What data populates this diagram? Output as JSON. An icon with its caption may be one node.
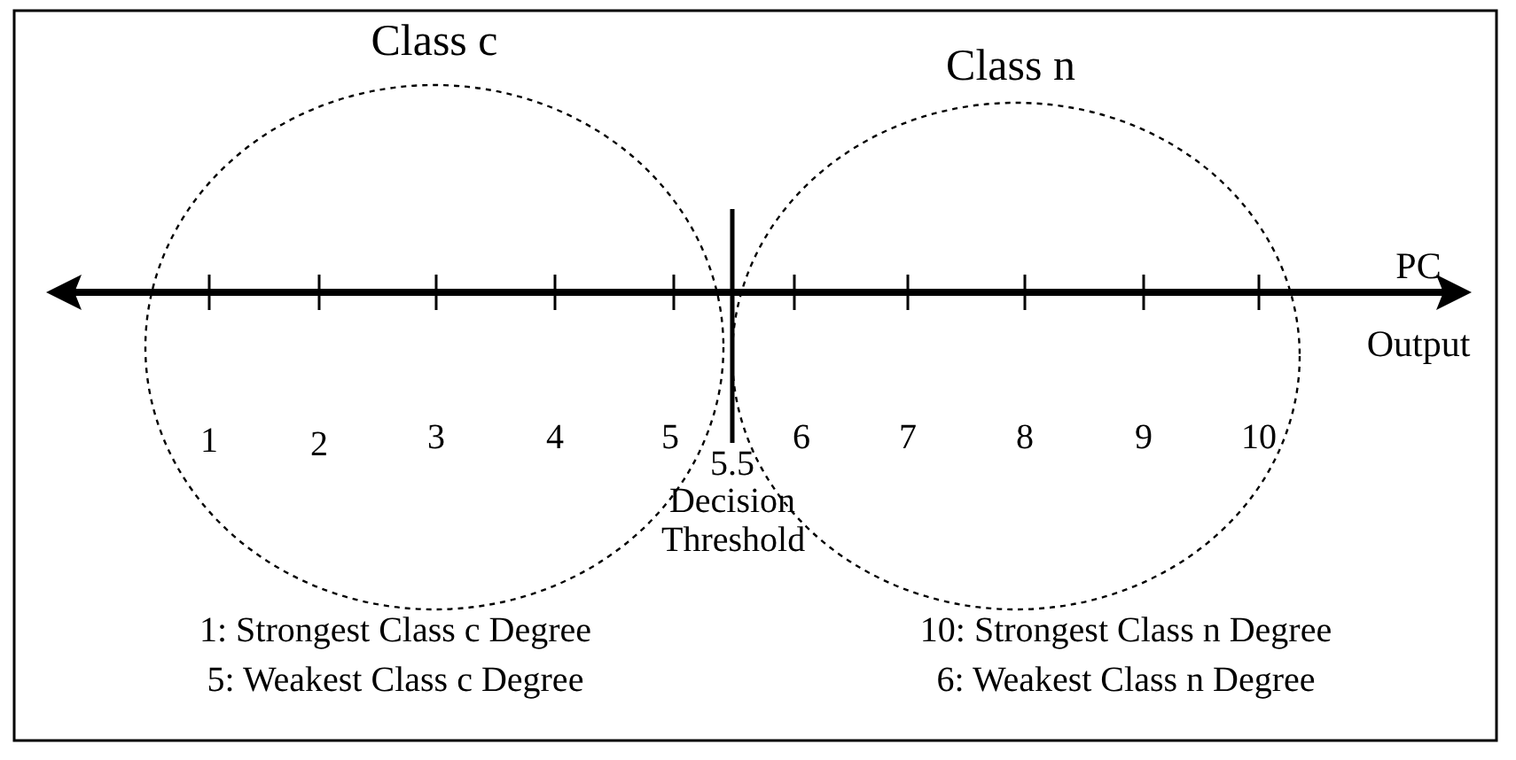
{
  "diagram": {
    "nodes": [
      {
        "text": [
          "Class c"
        ]
      },
      {
        "text": [
          "Class n"
        ]
      }
    ],
    "labels": [
      "PC Output",
      "1",
      "2",
      "3",
      "4",
      "5",
      "6",
      "7",
      "8",
      "9",
      "10",
      "5.5",
      "Decision Threshold",
      "1:  Strongest Class c Degree",
      "10:  Strongest Class n Degree",
      "5:  Weakest Class c Degree",
      "6:  Weakest Class n Degree"
    ]
  }
}
